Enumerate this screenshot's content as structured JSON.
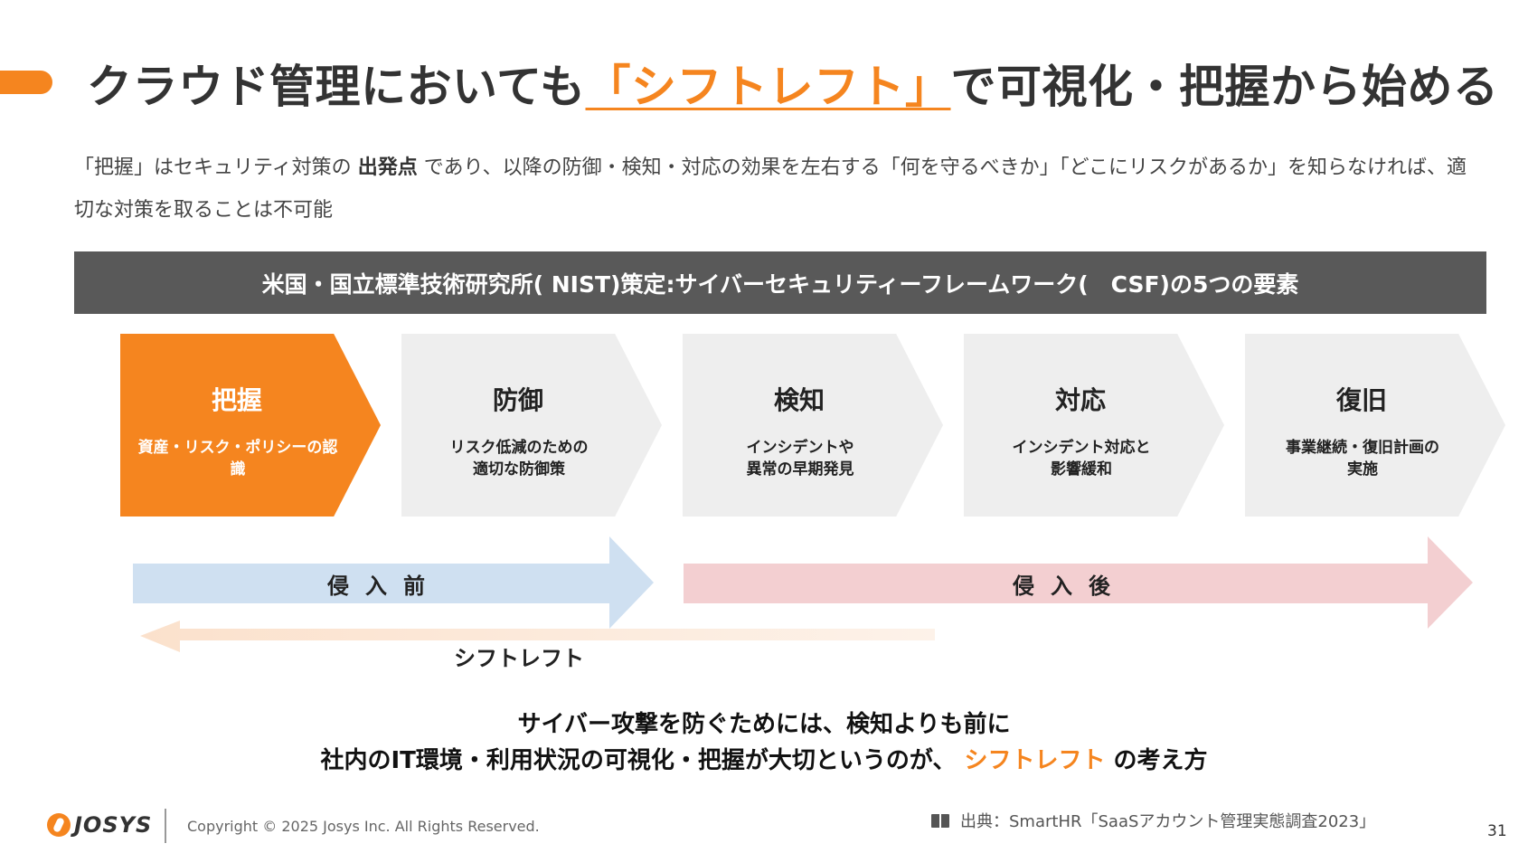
{
  "title": {
    "prefix": "クラウド管理においても",
    "highlight": "「シフトレフト」",
    "suffix": "で可視化・把握から始める"
  },
  "intro": {
    "part1": "「把握」はセキュリティ対策の ",
    "bold": "出発点",
    "part2": " であり、以降の防御・検知・対応の効果を左右する「何を守るべきか」「どこにリスクがあるか」を知らなければ、適切な対策を取ることは不可能"
  },
  "band": "米国・国立標準技術研究所( NIST)策定:サイバーセキュリティーフレームワーク(　CSF)の5つの要素",
  "steps": [
    {
      "name": "把握",
      "desc": "資産・リスク・ポリシーの認識",
      "active": true
    },
    {
      "name": "防御",
      "desc": "リスク低減のための\n適切な防御策",
      "active": false
    },
    {
      "name": "検知",
      "desc": "インシデントや\n異常の早期発見",
      "active": false
    },
    {
      "name": "対応",
      "desc": "インシデント対応と\n影響緩和",
      "active": false
    },
    {
      "name": "復旧",
      "desc": "事業継続・復旧計画の\n実施",
      "active": false
    }
  ],
  "phases": {
    "before": "侵入前",
    "after": "侵入後",
    "before_color": "#cfe0f1",
    "after_color": "#f3cfd1"
  },
  "shift_label": "シフトレフト",
  "conclusion": {
    "line1": "サイバー攻撃を防ぐためには、検知よりも前に",
    "line2_prefix": "社内のIT環境・利用状況の可視化・把握が大切というのが、 ",
    "line2_highlight": "シフトレフト",
    "line2_suffix": " の考え方"
  },
  "footer": {
    "logo": "JOSYS",
    "copyright": "Copyright © 2025 Josys Inc. All Rights Reserved.",
    "source": "出典：SmartHR「SaaSアカウント管理実態調査2023」",
    "page": "31"
  },
  "colors": {
    "accent": "#f5851f",
    "band": "#595959",
    "chevron": "#eeeeee"
  }
}
